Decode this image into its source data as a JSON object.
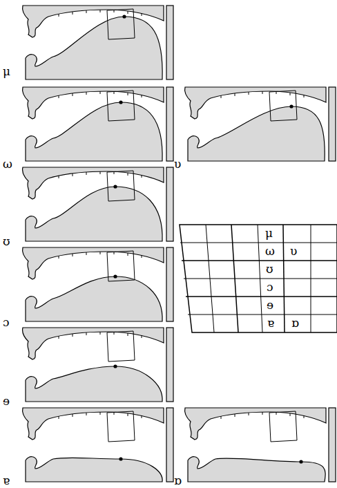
{
  "diagram": {
    "labels": [
      "μ",
      "ω",
      "υ",
      "ʊ",
      "ɔ",
      "ɘ",
      "ɐ",
      "ɒ",
      "μ",
      "ω",
      "υ",
      "ʊ",
      "ɔ",
      "ɘ",
      "ɐ",
      "ɒ"
    ]
  }
}
